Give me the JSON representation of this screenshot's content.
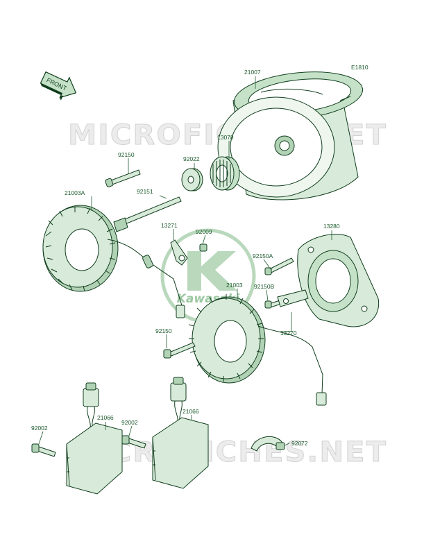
{
  "diagram_code": "E1810",
  "front_label": "FRONT",
  "watermark": "MICROFICHES.NET",
  "logo_text": "Kawasaki",
  "part_labels": {
    "p21007": "21007",
    "p13078": "13078",
    "p92022": "92022",
    "p92150_top": "92150",
    "p21003A": "21003A",
    "p92151": "92151",
    "p13271": "13271",
    "p92009": "92009",
    "p13280": "13280",
    "p92150A": "92150A",
    "p21003": "21003",
    "p92150B": "92150B",
    "p13270": "13270",
    "p92150_mid": "92150",
    "p21066_left": "21066",
    "p21066_right": "21066",
    "p92002_left": "92002",
    "p92002_right": "92002",
    "p92072": "92072"
  },
  "colors": {
    "line": "#0f3d1c",
    "fill": "#d8ead9",
    "fill_dark": "#b2d2b6",
    "label": "#1d5a2c",
    "watermark": "#d2d2d2",
    "logo": "#b9d8bc"
  }
}
